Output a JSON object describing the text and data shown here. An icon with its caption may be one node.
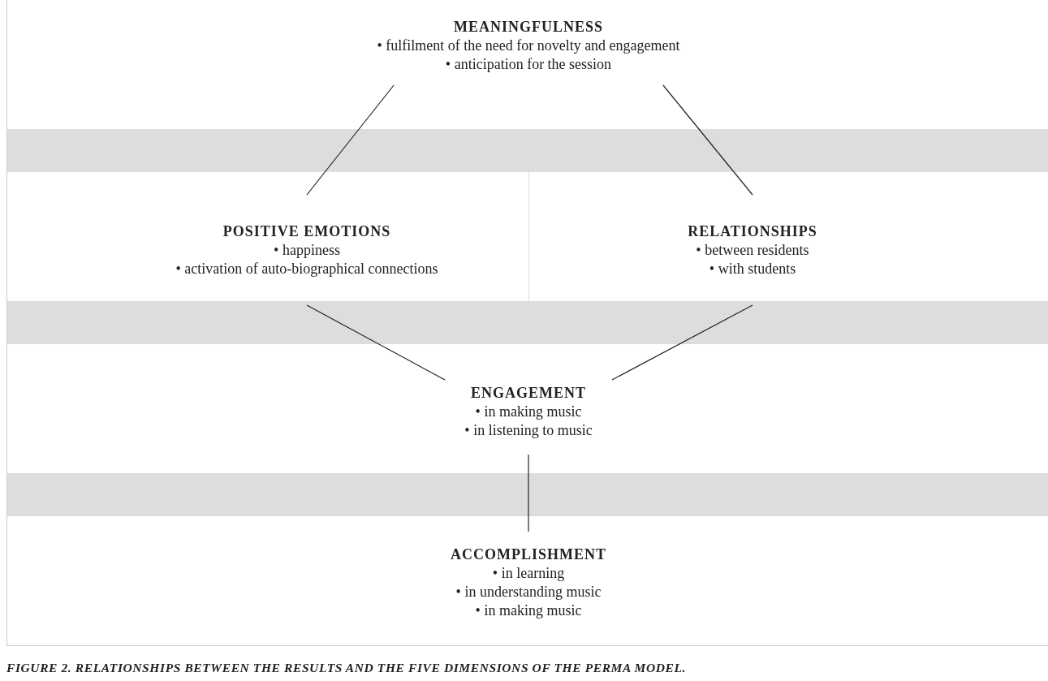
{
  "diagram": {
    "caption": "FIGURE 2. RELATIONSHIPS BETWEEN THE RESULTS AND THE FIVE DIMENSIONS OF THE PERMA MODEL.",
    "nodes": [
      {
        "text": [
          "MEANINGFULNESS",
          "• fulfilment of the need for novelty and engagement",
          "• anticipation for the session"
        ]
      },
      {
        "text": [
          "POSITIVE EMOTIONS",
          "• happiness",
          "• activation of auto-biographical connections"
        ]
      },
      {
        "text": [
          "RELATIONSHIPS",
          "• between residents",
          "• with students"
        ]
      },
      {
        "text": [
          "ENGAGEMENT",
          "• in making music",
          "• in listening to music"
        ]
      },
      {
        "text": [
          "ACCOMPLISHMENT",
          "• in learning",
          "• in understanding music",
          "• in making music"
        ]
      }
    ],
    "edges": [
      {
        "from": 0,
        "to": 1,
        "arrow": "none"
      },
      {
        "from": 0,
        "to": 2,
        "arrow": "none"
      },
      {
        "from": 1,
        "to": 3,
        "arrow": "none"
      },
      {
        "from": 2,
        "to": 3,
        "arrow": "none"
      },
      {
        "from": 3,
        "to": 4,
        "arrow": "none"
      }
    ]
  }
}
